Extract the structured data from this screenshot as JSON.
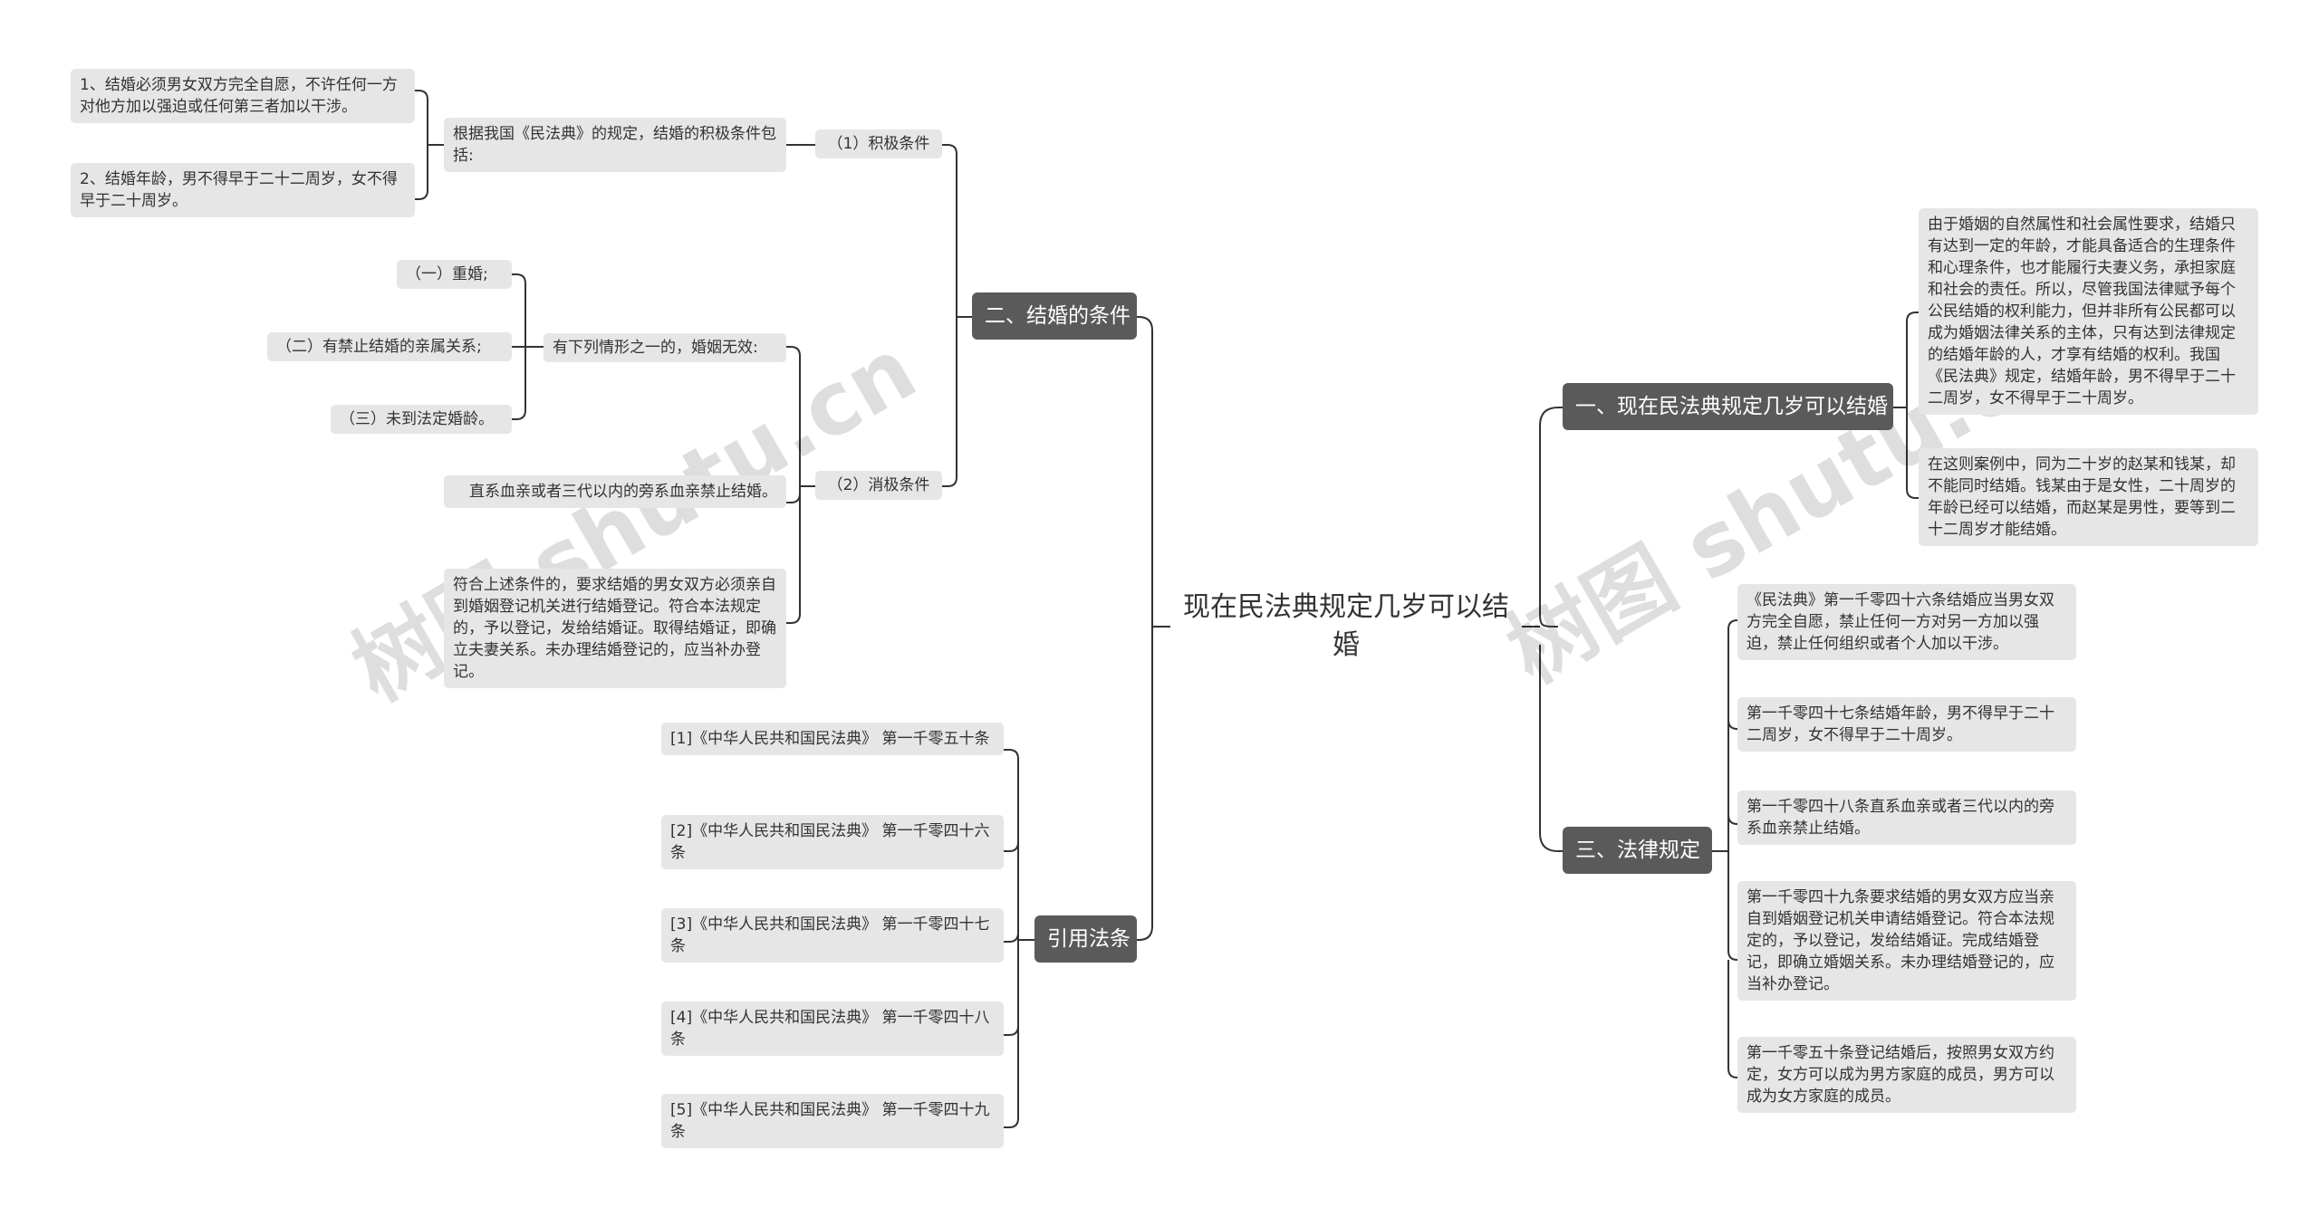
{
  "root": {
    "title": "现在民法典规定几岁可以结婚"
  },
  "branches": {
    "b1": {
      "label": "一、现在民法典规定几岁可以结婚"
    },
    "b2": {
      "label": "二、结婚的条件"
    },
    "b3": {
      "label": "三、法律规定"
    },
    "b4": {
      "label": "引用法条"
    }
  },
  "b1": {
    "p1": "由于婚姻的自然属性和社会属性要求，结婚只有达到一定的年龄，才能具备适合的生理条件和心理条件，也才能履行夫妻义务，承担家庭和社会的责任。所以，尽管我国法律赋予每个公民结婚的权利能力，但并非所有公民都可以成为婚姻法律关系的主体，只有达到法律规定的结婚年龄的人，才享有结婚的权利。我国《民法典》规定，结婚年龄，男不得早于二十二周岁，女不得早于二十周岁。",
    "p2": "在这则案例中，同为二十岁的赵某和钱某，却不能同时结婚。钱某由于是女性，二十周岁的年龄已经可以结婚，而赵某是男性，要等到二十二周岁才能结婚。"
  },
  "b2": {
    "positive": {
      "label": "（1）积极条件",
      "intro": "根据我国《民法典》的规定，结婚的积极条件包括:",
      "items": [
        "1、结婚必须男女双方完全自愿，不许任何一方对他方加以强迫或任何第三者加以干涉。",
        "2、结婚年龄，男不得早于二十二周岁，女不得早于二十周岁。"
      ]
    },
    "negative": {
      "label": "（2）消极条件",
      "void_intro": "有下列情形之一的，婚姻无效:",
      "void_items": [
        "（一）重婚;",
        "（二）有禁止结婚的亲属关系;",
        "（三）未到法定婚龄。"
      ],
      "kin": "直系血亲或者三代以内的旁系血亲禁止结婚。",
      "registration": "符合上述条件的，要求结婚的男女双方必须亲自到婚姻登记机关进行结婚登记。符合本法规定的，予以登记，发给结婚证。取得结婚证，即确立夫妻关系。未办理结婚登记的，应当补办登记。"
    }
  },
  "b3": {
    "items": [
      "《民法典》第一千零四十六条结婚应当男女双方完全自愿，禁止任何一方对另一方加以强迫，禁止任何组织或者个人加以干涉。",
      "第一千零四十七条结婚年龄，男不得早于二十二周岁，女不得早于二十周岁。",
      "第一千零四十八条直系血亲或者三代以内的旁系血亲禁止结婚。",
      "第一千零四十九条要求结婚的男女双方应当亲自到婚姻登记机关申请结婚登记。符合本法规定的，予以登记，发给结婚证。完成结婚登记，即确立婚姻关系。未办理结婚登记的，应当补办登记。",
      "第一千零五十条登记结婚后，按照男女双方约定，女方可以成为男方家庭的成员，男方可以成为女方家庭的成员。"
    ]
  },
  "b4": {
    "items": [
      "[1]《中华人民共和国民法典》 第一千零五十条",
      "[2]《中华人民共和国民法典》 第一千零四十六条",
      "[3]《中华人民共和国民法典》 第一千零四十七条",
      "[4]《中华人民共和国民法典》 第一千零四十八条",
      "[5]《中华人民共和国民法典》 第一千零四十九条"
    ]
  },
  "watermarks": [
    "树图 shutu.cn",
    "树图 shutu.cn"
  ]
}
